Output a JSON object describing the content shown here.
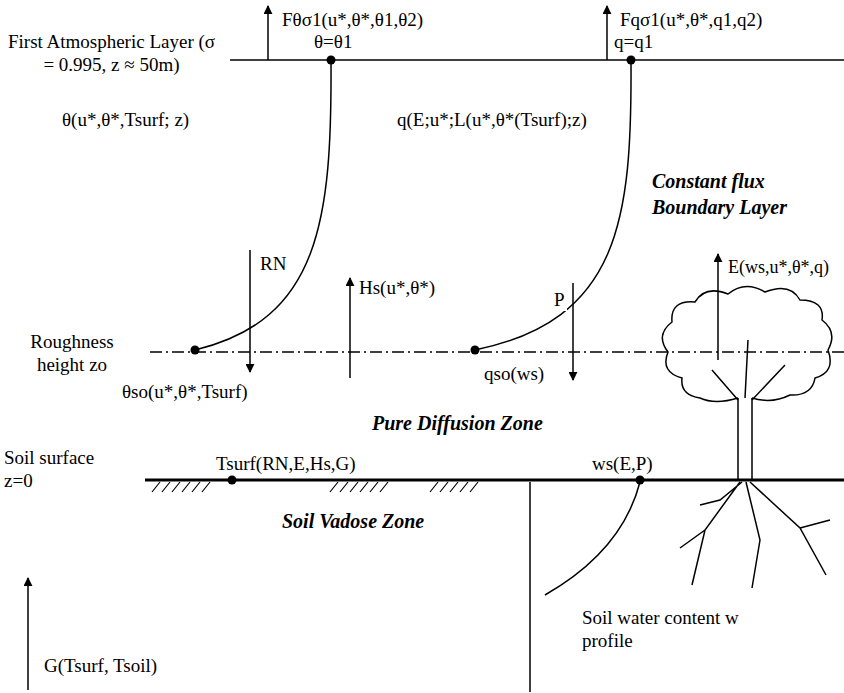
{
  "diagram": {
    "labels": [
      "Fθσ1(u*,θ*,θ1,θ2)",
      "Fqσ1(u*,θ*,q1,q2)",
      "First Atmospheric Layer (σ = 0.995, z ≈ 50m)",
      "θ=θ1",
      "q=q1",
      "θ(u*,θ*,Tsurf; z)",
      "q(E;u*;L(u*,θ*(Tsurf);z)",
      "Constant flux Boundary Layer",
      "RN",
      "Hs(u*,θ*)",
      "E(ws,u*,θ*,q)",
      "Roughness height zo",
      "θso(u*,θ*,Tsurf)",
      "qso(ws)",
      "P",
      "Pure Diffusion Zone",
      "Soil surface z=0",
      "Tsurf(RN,E,Hs,G)",
      "ws(E,P)",
      "Soil Vadose Zone",
      "Soil water content w profile",
      "G(Tsurf, Tsoil)"
    ]
  }
}
